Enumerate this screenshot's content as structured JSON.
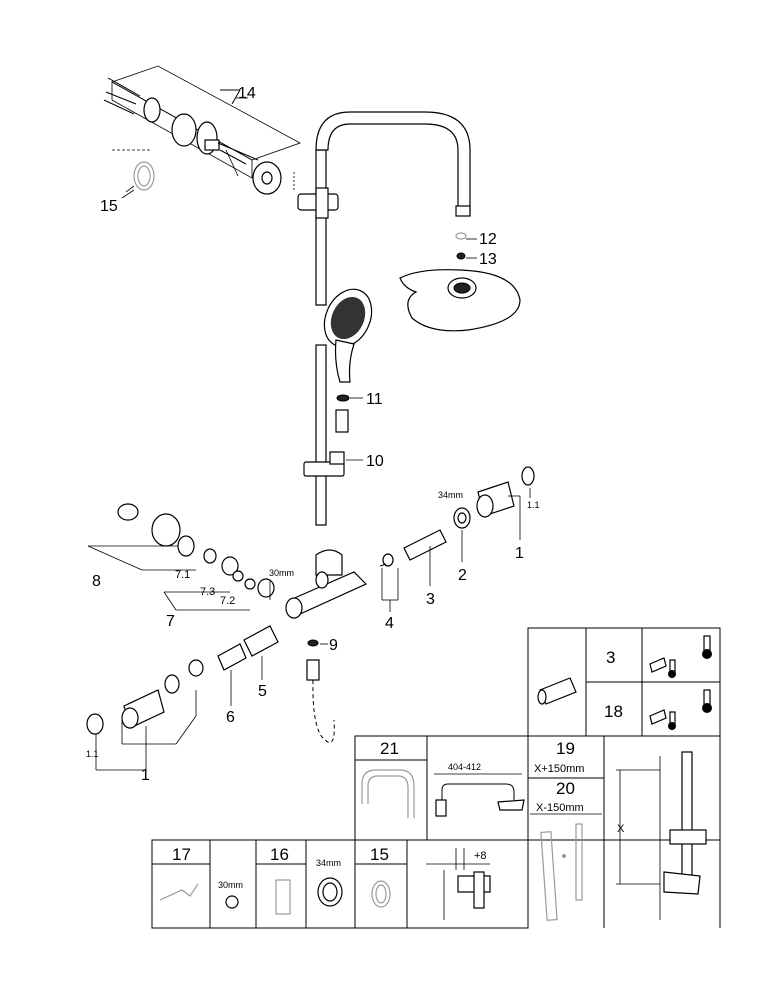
{
  "callouts": {
    "c14": "14",
    "c15": "15",
    "c12": "12",
    "c13": "13",
    "c11": "11",
    "c10": "10",
    "c1_right": "1",
    "c1_1_right": "1.1",
    "c34mm_top": "34mm",
    "c2": "2",
    "c3": "3",
    "c4": "4",
    "c8": "8",
    "c7_1": "7.1",
    "c7_3": "7.3",
    "c7_2": "7.2",
    "c7": "7",
    "c30mm_top": "30mm",
    "c9": "9",
    "c5": "5",
    "c6": "6",
    "c1_left": "1",
    "c1_1_left": "1.1"
  },
  "table_top": {
    "row1_num": "3",
    "row2_num": "18"
  },
  "table_mid": {
    "n21": "21",
    "dim_404": "404-412",
    "n19": "19",
    "x_plus": "X+150mm",
    "n20": "20",
    "x_minus": "X-150mm",
    "x_label": "X"
  },
  "table_bottom": {
    "n17": "17",
    "mm30": "30mm",
    "n16": "16",
    "mm34": "34mm",
    "n15": "15",
    "plus8": "+8"
  }
}
